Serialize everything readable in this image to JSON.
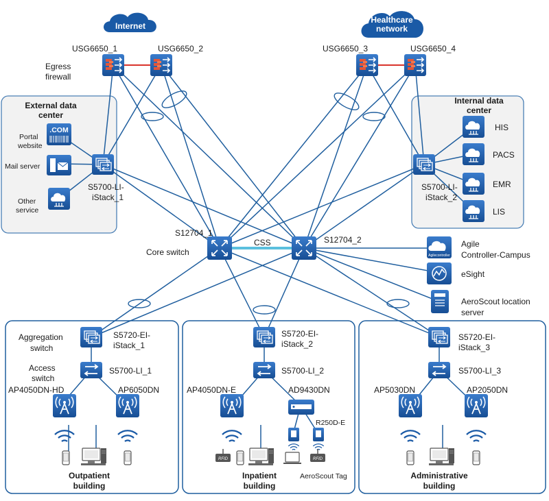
{
  "clouds": {
    "internet": "Internet",
    "healthcare_1": "Healthcare",
    "healthcare_2": "network"
  },
  "firewalls": {
    "fw1": "USG6650_1",
    "fw2": "USG6650_2",
    "fw3": "USG6650_3",
    "fw4": "USG6650_4",
    "egress_1": "Egress",
    "egress_2": "firewall"
  },
  "external_dc": {
    "title_1": "External data",
    "title_2": "center",
    "com_label": ".COM",
    "portal_1": "Portal",
    "portal_2": "website",
    "mail": "Mail server",
    "other_1": "Other",
    "other_2": "service",
    "switch_1": "S5700-LI-",
    "switch_2": "iStack_1"
  },
  "internal_dc": {
    "title_1": "Internal data",
    "title_2": "center",
    "his": "HIS",
    "pacs": "PACS",
    "emr": "EMR",
    "lis": "LIS",
    "switch_1": "S5700-LI-",
    "switch_2": "iStack_2"
  },
  "core": {
    "sw1": "S12704_1",
    "sw2": "S12704_2",
    "css": "CSS",
    "label": "Core switch"
  },
  "servers": {
    "agile_1": "Agile",
    "agile_2": "Controller-Campus",
    "agile_icon_text": "Agilecontroller",
    "esight": "eSight",
    "aeroscout_1": "AeroScout location",
    "aeroscout_2": "server"
  },
  "buildings": {
    "outpatient": {
      "agg_1": "Aggregation",
      "agg_2": "switch",
      "agg_sw_1": "S5720-EI-",
      "agg_sw_2": "iStack_1",
      "acc_1": "Access",
      "acc_2": "switch",
      "acc_sw": "S5700-LI_1",
      "ap_left": "AP4050DN-HD",
      "ap_right": "AP6050DN",
      "name_1": "Outpatient",
      "name_2": "building"
    },
    "inpatient": {
      "agg_sw_1": "S5720-EI-",
      "agg_sw_2": "iStack_2",
      "acc_sw": "S5700-LI_2",
      "ap_left": "AP4050DN-E",
      "ap_right": "AD9430DN",
      "r250": "R250D-E",
      "tag": "AeroScout Tag",
      "rfid": "RFID",
      "name_1": "Inpatient",
      "name_2": "building"
    },
    "administrative": {
      "agg_sw_1": "S5720-EI-",
      "agg_sw_2": "iStack_3",
      "acc_sw": "S5700-LI_3",
      "ap_left": "AP5030DN",
      "ap_right": "AP2050DN",
      "name_1": "Administrative",
      "name_2": "building"
    }
  },
  "colors": {
    "device_blue": "#1a5aa6",
    "line_blue": "#1f5e9e",
    "css_link": "#5bc0de",
    "fw_link": "#d9332b",
    "panel_fill": "#f2f2f2",
    "panel_stroke": "#4a7fb5",
    "building_stroke": "#1f5e9e"
  }
}
